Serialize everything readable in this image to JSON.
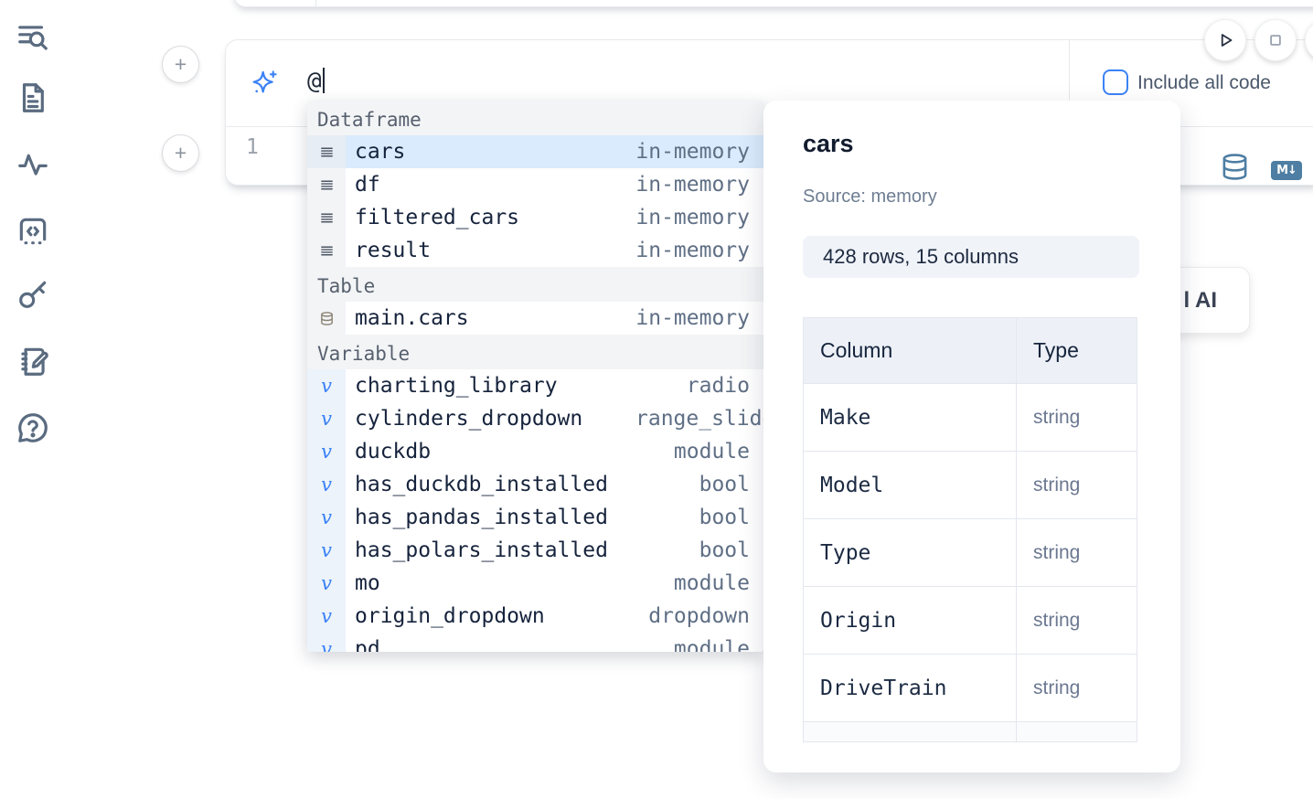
{
  "colors": {
    "accent_blue": "#3b82f6",
    "selection_blue": "#d9ebfc",
    "steel_blue": "#4e7ea3",
    "slate_icon": "#5a6b80"
  },
  "sidebar": {
    "icons": [
      "toc-search-icon",
      "document-icon",
      "activity-icon",
      "snippets-icon",
      "key-icon",
      "scratchpad-icon",
      "help-icon"
    ]
  },
  "cell_controls": {
    "add_cell_above": "+",
    "add_cell_below": "+"
  },
  "run_controls": {
    "play_icon": "play-icon",
    "stop_icon": "stop-icon",
    "include_all_code_label": "Include all code"
  },
  "ai_prompt": {
    "value": "@"
  },
  "editor": {
    "line_number": "1"
  },
  "cell_toolbar": {
    "database_icon": "database-icon",
    "markdown_icon": "markdown-icon",
    "markdown_glyph": "M↓"
  },
  "ai_assist_button": {
    "visible_label": "l AI"
  },
  "autocomplete": {
    "sections": [
      {
        "label": "Dataframe",
        "icon": "dataframe-icon",
        "items": [
          {
            "name": "cars",
            "meta": "in-memory",
            "selected": true
          },
          {
            "name": "df",
            "meta": "in-memory"
          },
          {
            "name": "filtered_cars",
            "meta": "in-memory"
          },
          {
            "name": "result",
            "meta": "in-memory"
          }
        ]
      },
      {
        "label": "Table",
        "icon": "table-database-icon",
        "items": [
          {
            "name": "main.cars",
            "meta": "in-memory"
          }
        ]
      },
      {
        "label": "Variable",
        "icon": "variable-icon",
        "items": [
          {
            "name": "charting_library",
            "meta": "radio"
          },
          {
            "name": "cylinders_dropdown",
            "meta": "range_slider",
            "clip": true
          },
          {
            "name": "duckdb",
            "meta": "module"
          },
          {
            "name": "has_duckdb_installed",
            "meta": "bool"
          },
          {
            "name": "has_pandas_installed",
            "meta": "bool"
          },
          {
            "name": "has_polars_installed",
            "meta": "bool"
          },
          {
            "name": "mo",
            "meta": "module"
          },
          {
            "name": "origin_dropdown",
            "meta": "dropdown"
          },
          {
            "name": "pd",
            "meta": "module"
          }
        ]
      }
    ]
  },
  "preview": {
    "title": "cars",
    "source": "Source: memory",
    "summary": "428 rows, 15 columns",
    "table": {
      "headers": [
        "Column",
        "Type"
      ],
      "rows": [
        [
          "Make",
          "string"
        ],
        [
          "Model",
          "string"
        ],
        [
          "Type",
          "string"
        ],
        [
          "Origin",
          "string"
        ],
        [
          "DriveTrain",
          "string"
        ]
      ],
      "partial_row": true
    }
  }
}
